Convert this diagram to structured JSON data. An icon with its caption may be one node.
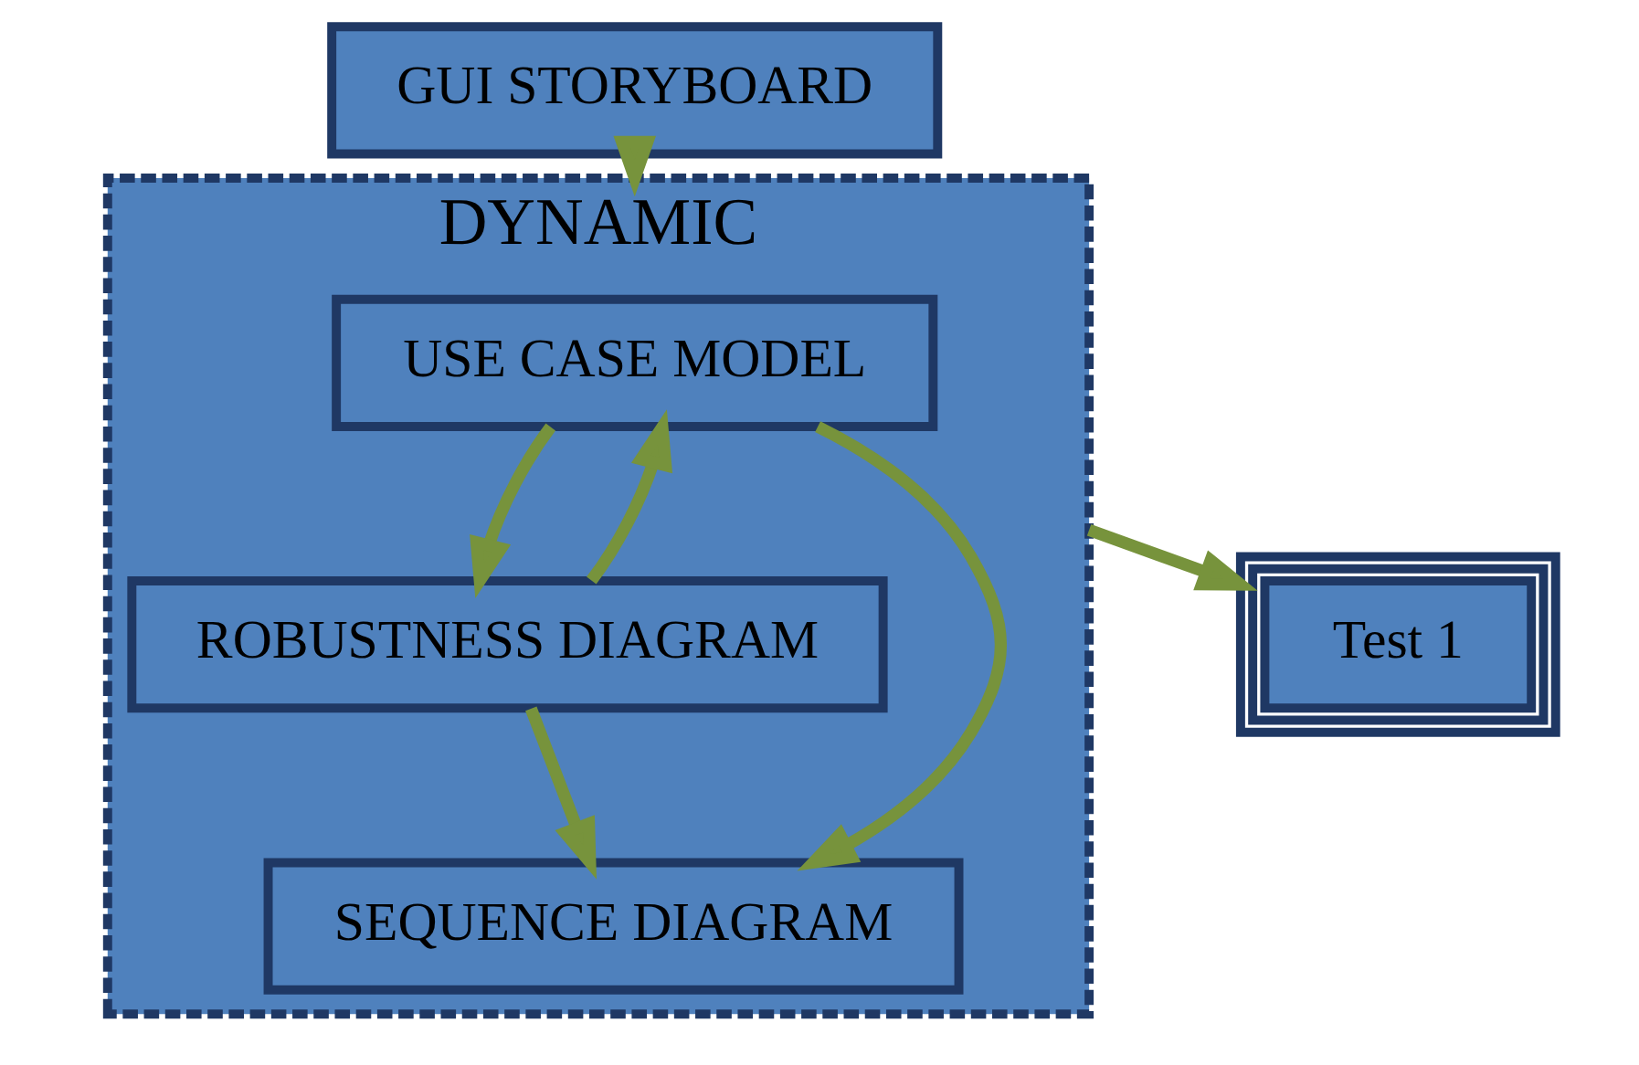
{
  "diagram": {
    "nodes": [
      {
        "text": [
          "GUI STORYBOARD"
        ]
      },
      {
        "text": [
          "DYNAMIC"
        ]
      },
      {
        "text": [
          "USE CASE MODEL"
        ],
        "in": 1
      },
      {
        "text": [
          "ROBUSTNESS DIAGRAM"
        ],
        "in": 1
      },
      {
        "text": [
          "SEQUENCE DIAGRAM"
        ],
        "in": 1
      },
      {
        "text": [
          "Test 1"
        ]
      }
    ],
    "edges": [
      {
        "from": 0,
        "to": 1,
        "arrow": "to"
      },
      {
        "from": 2,
        "to": 3,
        "arrow": "to"
      },
      {
        "from": 3,
        "to": 2,
        "arrow": "to"
      },
      {
        "from": 2,
        "to": 4,
        "arrow": "to"
      },
      {
        "from": 3,
        "to": 4,
        "arrow": "to"
      },
      {
        "from": 1,
        "to": 5,
        "arrow": "to"
      }
    ]
  }
}
